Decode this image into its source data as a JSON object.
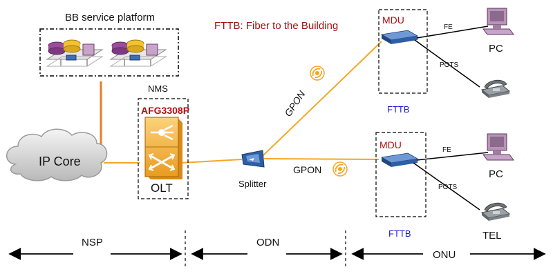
{
  "title": "FTTB: Fiber to the Building",
  "bb_platform": {
    "label": "BB service platform"
  },
  "ip_core": {
    "label": "IP Core"
  },
  "olt": {
    "nms_label": "NMS",
    "model": "AFG3308P",
    "label": "OLT"
  },
  "splitter": {
    "label": "Splitter"
  },
  "links": {
    "gpon_upper": "GPON",
    "gpon_lower": "GPON"
  },
  "mdu_upper": {
    "label": "MDU",
    "fttb": "FTTB",
    "fe": "FE",
    "pots": "POTS",
    "pc": "PC"
  },
  "mdu_lower": {
    "label": "MDU",
    "fttb": "FTTB",
    "fe": "FE",
    "pots": "POTS",
    "pc": "PC",
    "tel": "TEL"
  },
  "segments": {
    "nsp": "NSP",
    "odn": "ODN",
    "onu": "ONU"
  },
  "colors": {
    "fiber": "#f5a623",
    "core_link": "#f07a1f",
    "olt_fill": "#f5b942",
    "mdu_fill": "#2e5fa6",
    "title_red": "#a01010",
    "fttb_blue": "#1a1acc"
  },
  "icons": [
    "cloud-icon",
    "server-icon",
    "olt-icon",
    "splitter-icon",
    "switch-icon",
    "pc-icon",
    "telephone-icon",
    "optical-signal-icon",
    "arrow-icon"
  ]
}
